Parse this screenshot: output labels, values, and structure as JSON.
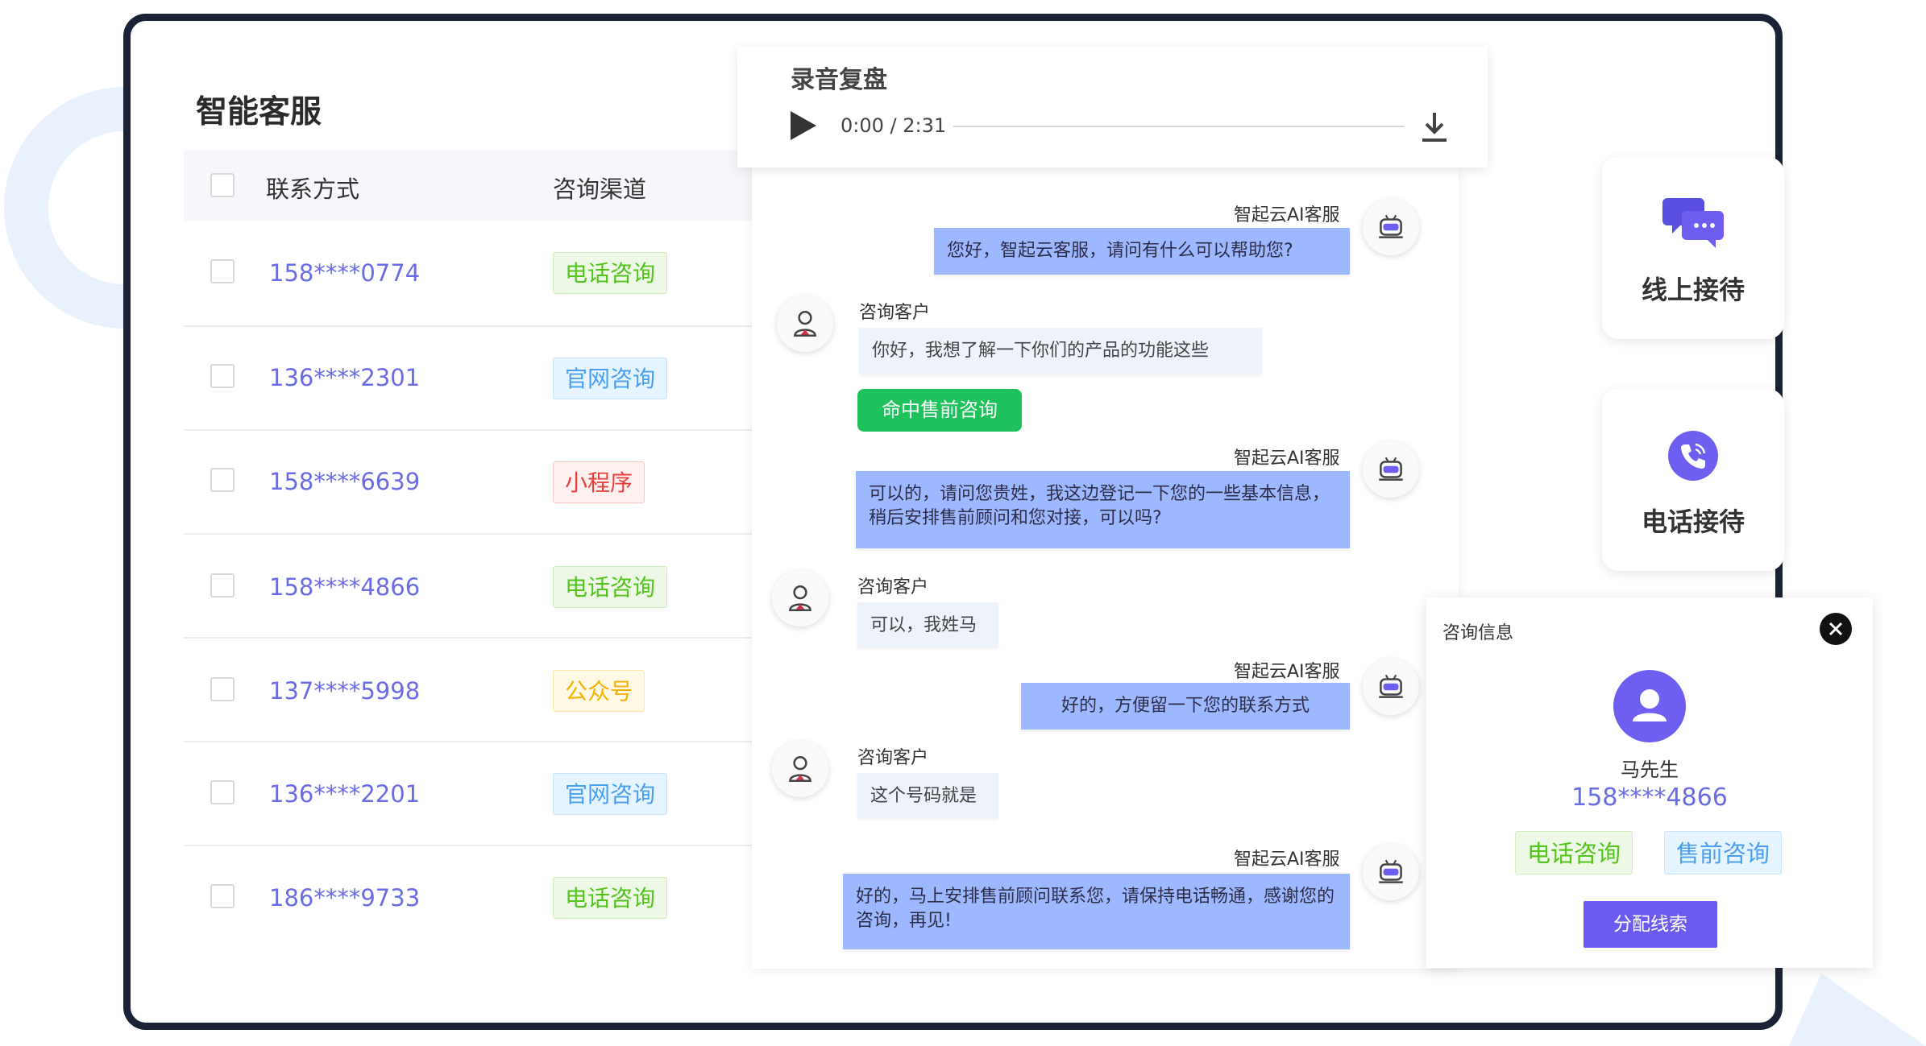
{
  "app": {
    "title": "智能客服"
  },
  "table": {
    "headers": {
      "contact": "联系方式",
      "channel": "咨询渠道"
    },
    "rows": [
      {
        "phone": "158****0774",
        "channel": "电话咨询",
        "color": "green"
      },
      {
        "phone": "136****2301",
        "channel": "官网咨询",
        "color": "blue"
      },
      {
        "phone": "158****6639",
        "channel": "小程序",
        "color": "red"
      },
      {
        "phone": "158****4866",
        "channel": "电话咨询",
        "color": "green"
      },
      {
        "phone": "137****5998",
        "channel": "公众号",
        "color": "orange"
      },
      {
        "phone": "136****2201",
        "channel": "官网咨询",
        "color": "blue"
      },
      {
        "phone": "186****9733",
        "channel": "电话咨询",
        "color": "green"
      }
    ]
  },
  "recorder": {
    "title": "录音复盘",
    "time": "0:00 / 2:31",
    "progress": 0
  },
  "chat": {
    "bot_name": "智起云AI客服",
    "user_name": "咨询客户",
    "messages": [
      {
        "role": "bot",
        "text": "您好，智起云客服，请问有什么可以帮助您?"
      },
      {
        "role": "user",
        "text": "你好，我想了解一下你们的产品的功能这些"
      },
      {
        "role": "bot",
        "text": "可以的，请问您贵姓，我这边登记一下您的一些基本信息，稍后安排售前顾问和您对接，可以吗?"
      },
      {
        "role": "user",
        "text": "可以，我姓马"
      },
      {
        "role": "bot",
        "text": "好的，方便留一下您的联系方式"
      },
      {
        "role": "user",
        "text": "这个号码就是"
      },
      {
        "role": "bot",
        "text": "好的，马上安排售前顾问联系您，请保持电话畅通，感谢您的咨询，再见!"
      }
    ],
    "hit_tag": "命中售前咨询"
  },
  "side": {
    "online": {
      "label": "线上接待",
      "icon": "chat-bubbles-icon"
    },
    "phone": {
      "label": "电话接待",
      "icon": "phone-call-icon"
    }
  },
  "info": {
    "title": "咨询信息",
    "name": "马先生",
    "phone": "158****4866",
    "tags": [
      "电话咨询",
      "售前咨询"
    ],
    "assign_button": "分配线索"
  },
  "colors": {
    "accent": "#6a5cf0",
    "frame": "#1b2236",
    "bot_bubble": "#9db8ff",
    "hit_green": "#1fc15d"
  }
}
